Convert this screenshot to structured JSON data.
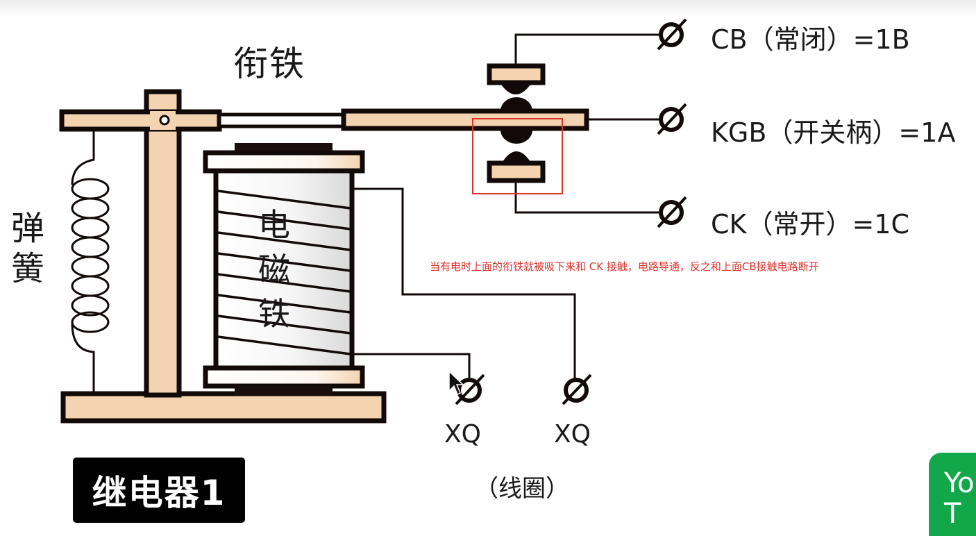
{
  "diagram": {
    "title_badge": "继电器1",
    "labels": {
      "armature": "衔铁",
      "spring_chars": [
        "弹",
        "簧"
      ],
      "electromagnet_chars": [
        "电",
        "磁",
        "铁"
      ],
      "terminal_cb": "CB（常闭）=1B",
      "terminal_kgb": "KGB（开关柄）=1A",
      "terminal_ck": "CK（常开）=1C",
      "coil_terminal_1": "XQ",
      "coil_terminal_2": "XQ",
      "coil": "（线圈）"
    },
    "annotation_note": "当有电时上面的衔铁就被吸下来和 CK 接触，电路导通，反之和上面CB接触电路断开",
    "highlight_target": "CK contact (normally open)"
  },
  "overlay": {
    "green_tab_text": [
      "Yo",
      "T"
    ]
  },
  "colors": {
    "part_fill": "#f3d3b0",
    "outline": "#120a08",
    "annotation_red": "#e0322d",
    "badge_bg": "#000000",
    "green_tab": "#12a84a"
  }
}
